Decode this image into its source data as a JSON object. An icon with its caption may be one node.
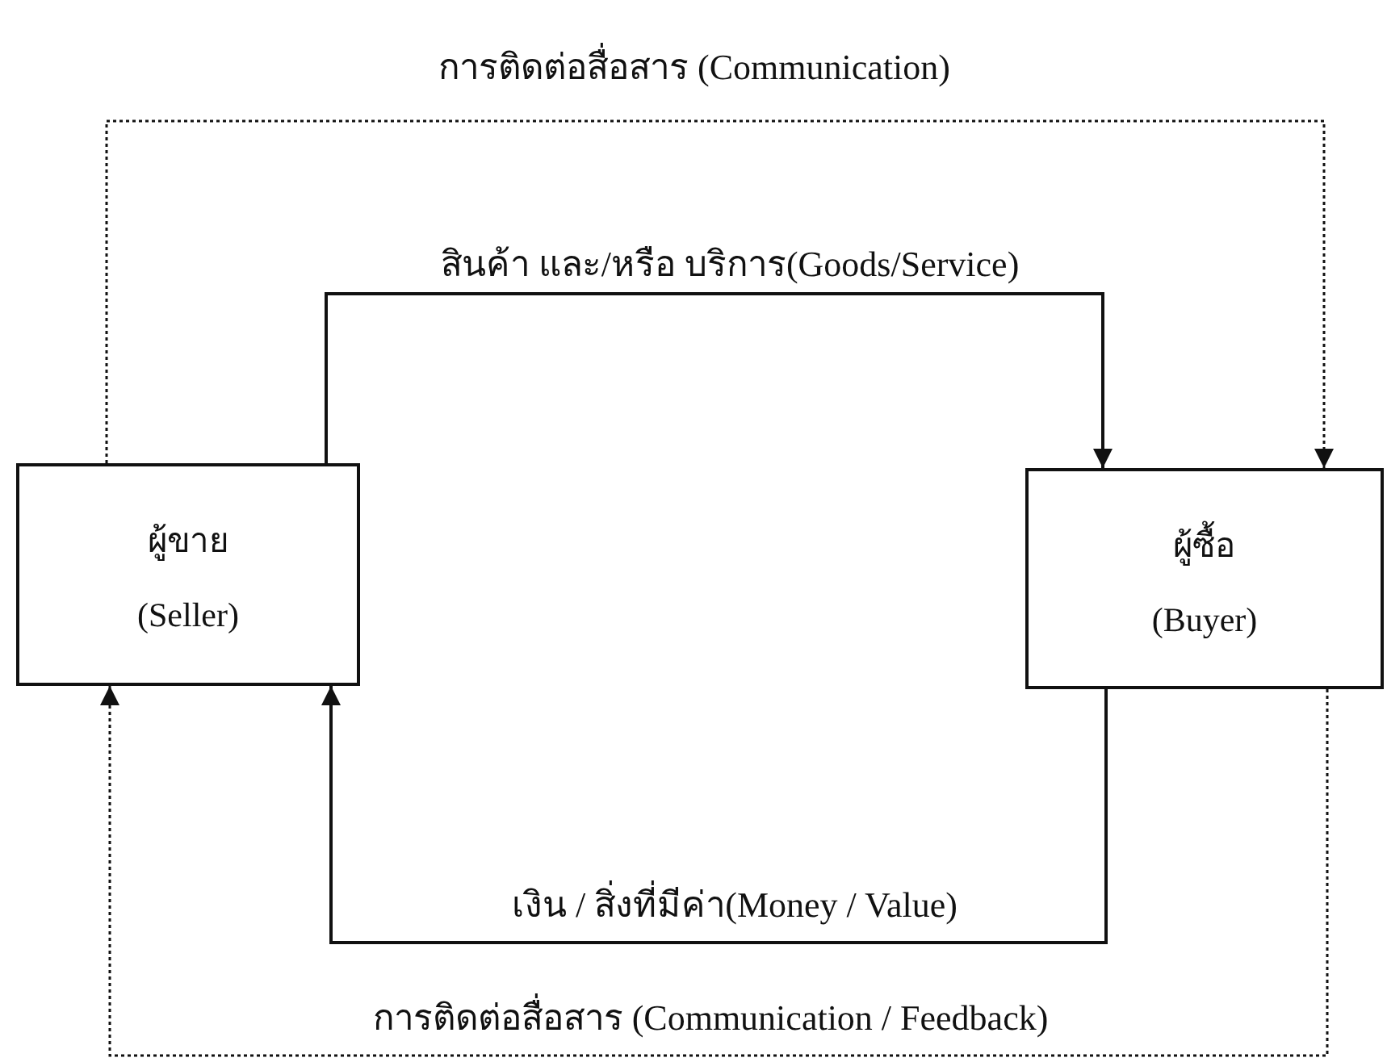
{
  "diagram": {
    "nodes": [
      {
        "text": [
          "ผู้ขาย",
          "(Seller)"
        ]
      },
      {
        "text": [
          "ผู้ซื้อ",
          "(Buyer)"
        ]
      }
    ],
    "edges": [
      {
        "from": 0,
        "to": 1,
        "arrow": "to",
        "label": "สินค้า และ/หรือ บริการ(Goods/Service)"
      },
      {
        "from": 0,
        "to": 1,
        "arrow": "to",
        "style": "dashed",
        "label": "การติดต่อสื่อสาร (Communication)"
      },
      {
        "from": 1,
        "to": 0,
        "arrow": "to",
        "label": "เงิน / สิ่งที่มีค่า(Money / Value)"
      },
      {
        "from": 1,
        "to": 0,
        "arrow": "to",
        "style": "dashed",
        "label": "การติดต่อสื่อสาร (Communication / Feedback)"
      }
    ]
  }
}
